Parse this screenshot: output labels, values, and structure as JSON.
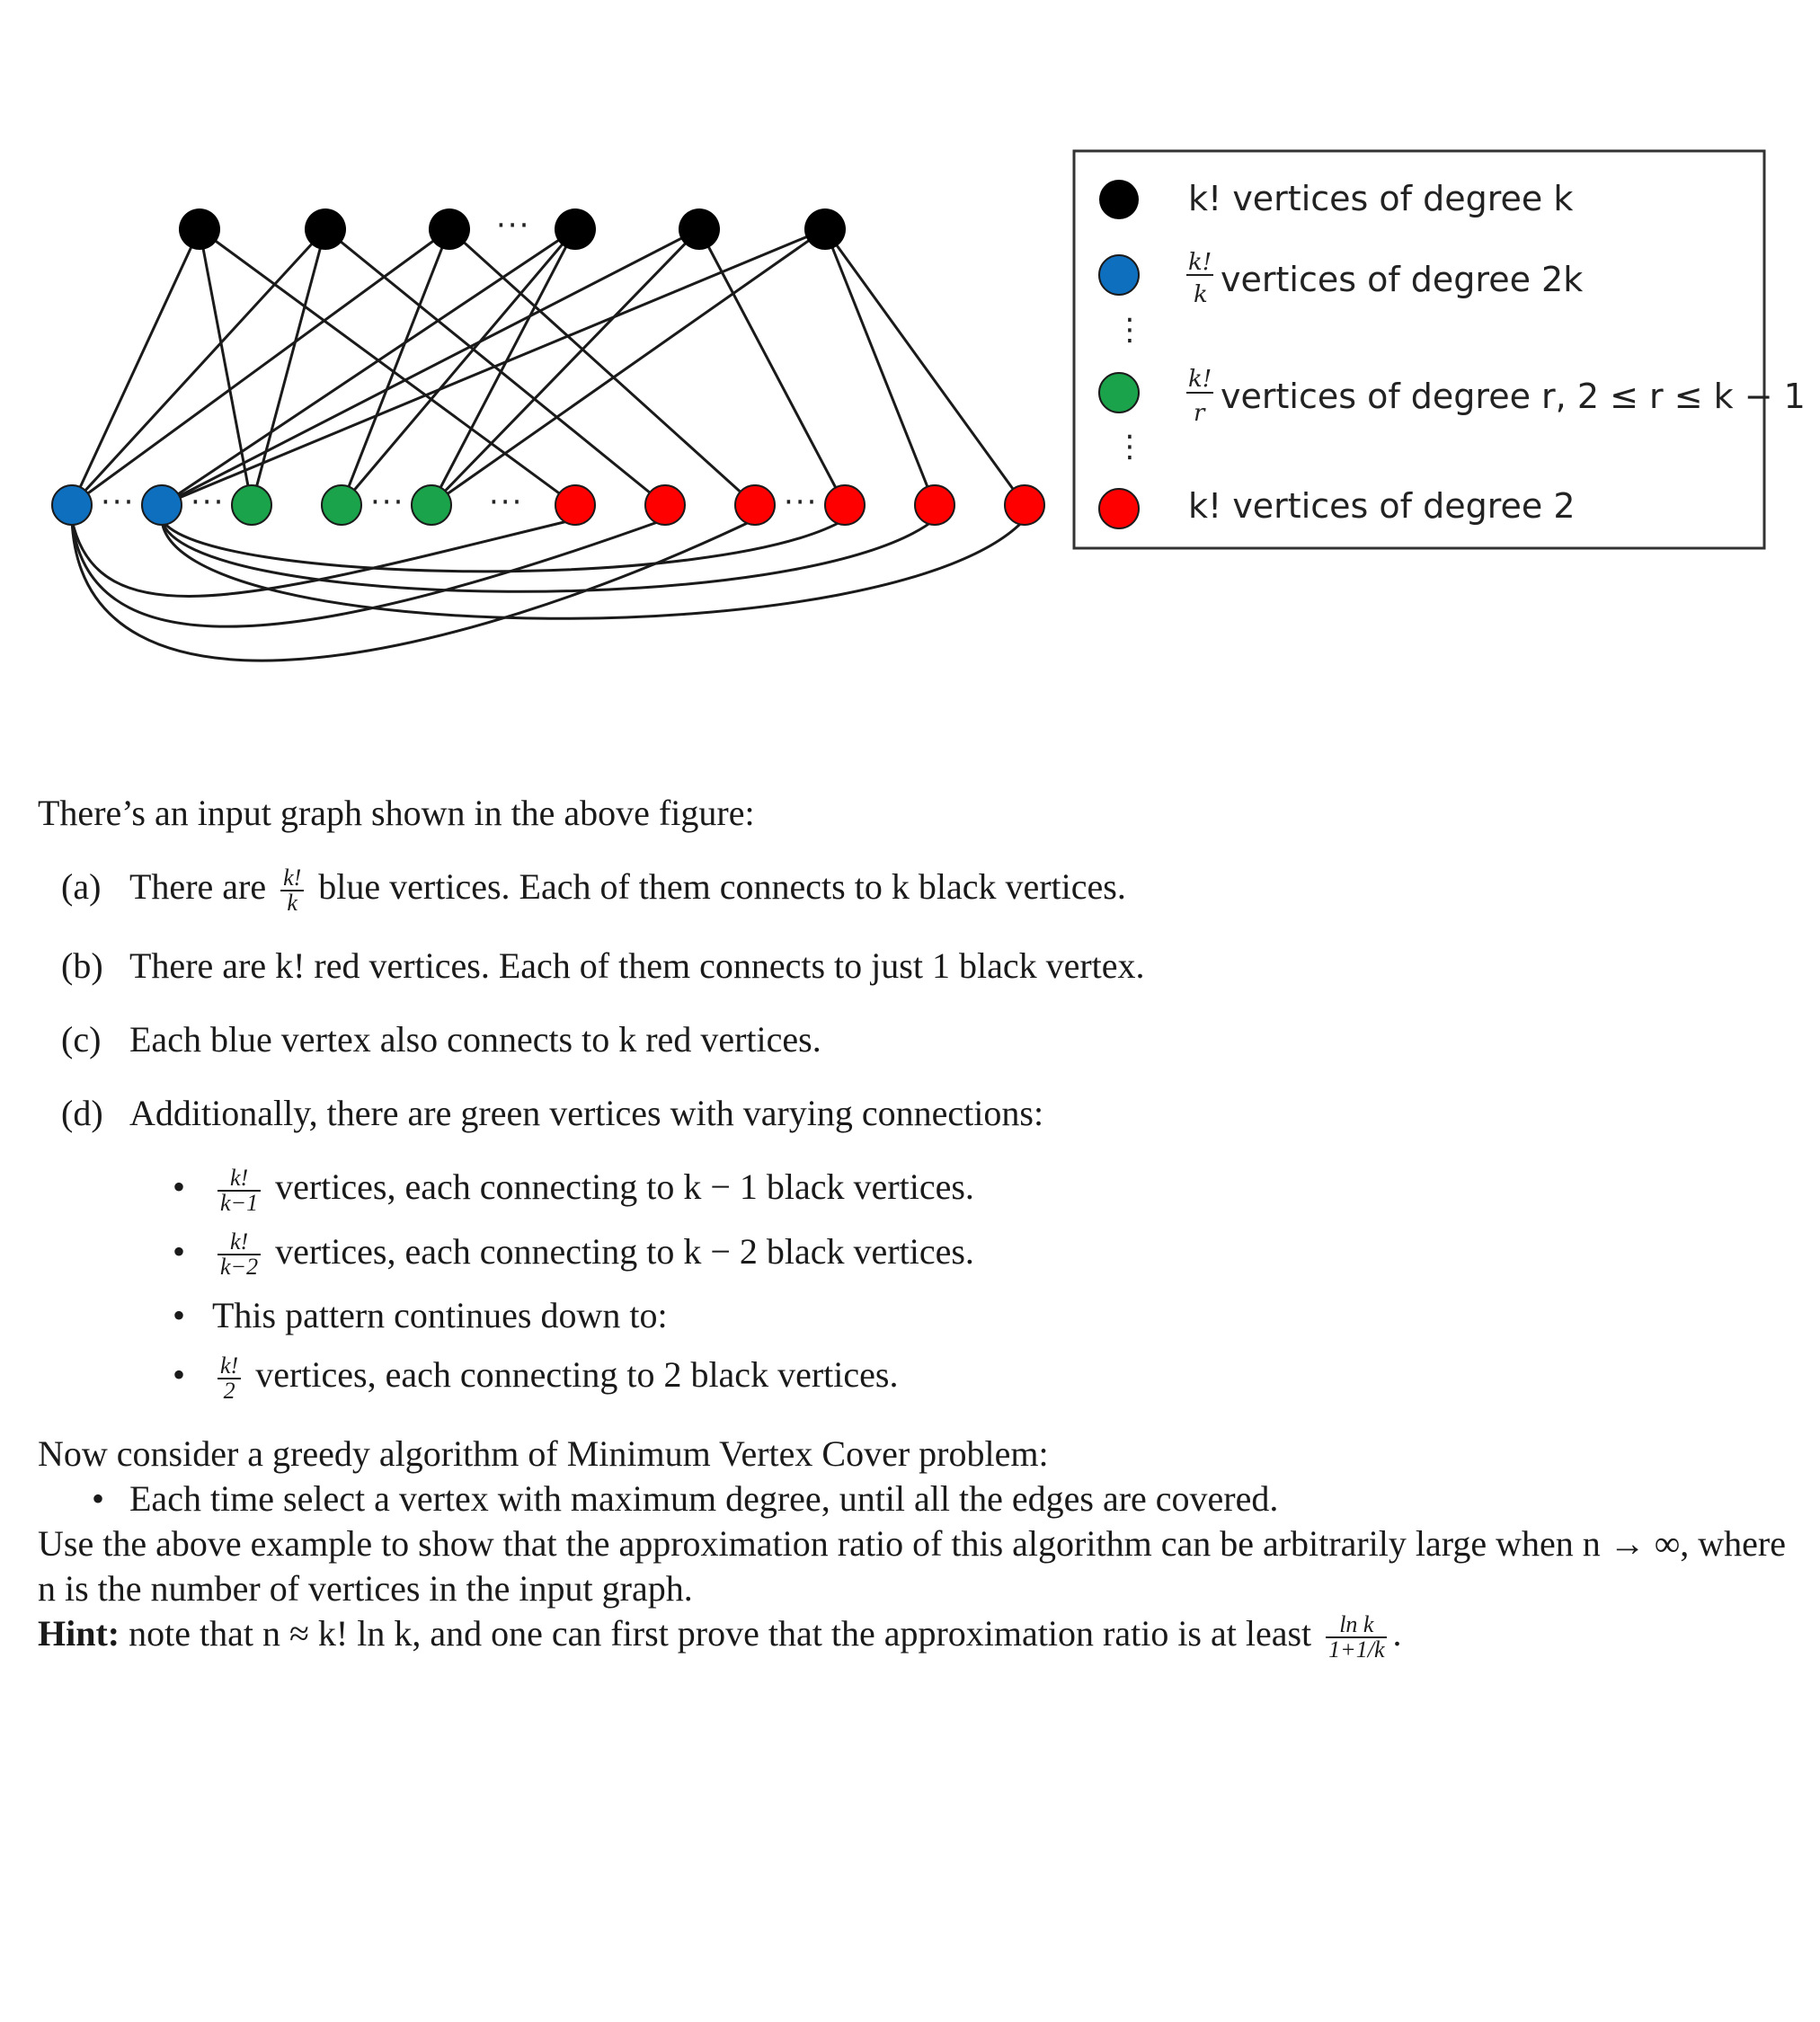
{
  "figure": {
    "dots": "···",
    "legend": [
      {
        "color": "#000000",
        "text": "k! vertices of degree k"
      },
      {
        "color": "#0f6fbf",
        "frac_num": "k!",
        "frac_den": "k",
        "text": "vertices of degree 2k"
      },
      {
        "color": "#1aa34a",
        "frac_num": "k!",
        "frac_den": "r",
        "text": "vertices of degree r, 2 ≤ r ≤ k − 1"
      },
      {
        "color": "#ff0000",
        "text": "k! vertices of degree 2"
      }
    ],
    "legend_vdots": "⋮"
  },
  "doc": {
    "intro": "There’s an input graph shown in the above figure:",
    "items": [
      {
        "label": "(a)",
        "pre": "There are",
        "frac_num": "k!",
        "frac_den": "k",
        "post": "blue vertices. Each of them connects to k black vertices."
      },
      {
        "label": "(b)",
        "text": "There are k! red vertices. Each of them connects to just 1 black vertex."
      },
      {
        "label": "(c)",
        "text": "Each blue vertex also connects to k red vertices."
      },
      {
        "label": "(d)",
        "text": "Additionally, there are green vertices with varying connections:"
      }
    ],
    "subitems": [
      {
        "frac_num": "k!",
        "frac_den": "k−1",
        "text": "vertices, each connecting to k − 1 black vertices."
      },
      {
        "frac_num": "k!",
        "frac_den": "k−2",
        "text": "vertices, each connecting to k − 2 black vertices."
      },
      {
        "text": "This pattern continues down to:"
      },
      {
        "frac_num": "k!",
        "frac_den": "2",
        "text": "vertices, each connecting to 2 black vertices."
      }
    ],
    "algo_intro": "Now consider a greedy algorithm of Minimum Vertex Cover problem:",
    "algo_bullet": "Each time select a vertex with maximum degree, until all the edges are covered.",
    "task": "Use the above example to show that the approximation ratio of this algorithm can be arbitrarily large when n → ∞, where n is the number of vertices in the input graph.",
    "hint_label": "Hint:",
    "hint_text": "note that n ≈ k! ln k, and one can first prove that the approximation ratio is at least",
    "hint_frac_num": "ln k",
    "hint_frac_den": "1+1/k",
    "hint_end": "."
  }
}
